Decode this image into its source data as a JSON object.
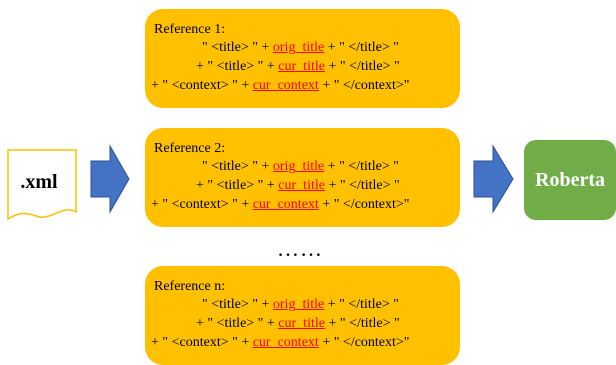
{
  "input": {
    "label": ".xml"
  },
  "references": [
    {
      "title": "Reference 1:",
      "line1": {
        "pre": "\" <title> \" + ",
        "var": "orig_title",
        "post": " + \" </title> \""
      },
      "line2": {
        "pre": "+ \" <title> \" + ",
        "var": "cur_title",
        "post": " + \" </title> \""
      },
      "line3": {
        "pre": "+ \" <context> \" + ",
        "var": "cur_context",
        "post": " + \" </context>\""
      }
    },
    {
      "title": "Reference 2:",
      "line1": {
        "pre": "\" <title> \" + ",
        "var": "orig_title",
        "post": " + \" </title> \""
      },
      "line2": {
        "pre": "+ \" <title> \" + ",
        "var": "cur_title",
        "post": " + \" </title> \""
      },
      "line3": {
        "pre": "+ \" <context> \" + ",
        "var": "cur_context",
        "post": " + \" </context>\""
      }
    },
    {
      "title": "Reference n:",
      "line1": {
        "pre": "\" <title> \" + ",
        "var": "orig_title",
        "post": " + \" </title> \""
      },
      "line2": {
        "pre": "+ \" <title> \" + ",
        "var": "cur_title",
        "post": " + \" </title> \""
      },
      "line3": {
        "pre": "+ \" <context> \" + ",
        "var": "cur_context",
        "post": " + \" </context>\""
      }
    }
  ],
  "ellipsis": "……",
  "model": {
    "label": "Roberta"
  },
  "colors": {
    "reference_fill": "#FFC000",
    "variable_text": "#FF0000",
    "arrow_fill": "#4472C4",
    "arrow_stroke": "#2F528F",
    "document_stroke": "#FFC000",
    "model_fill": "#70AD47"
  }
}
